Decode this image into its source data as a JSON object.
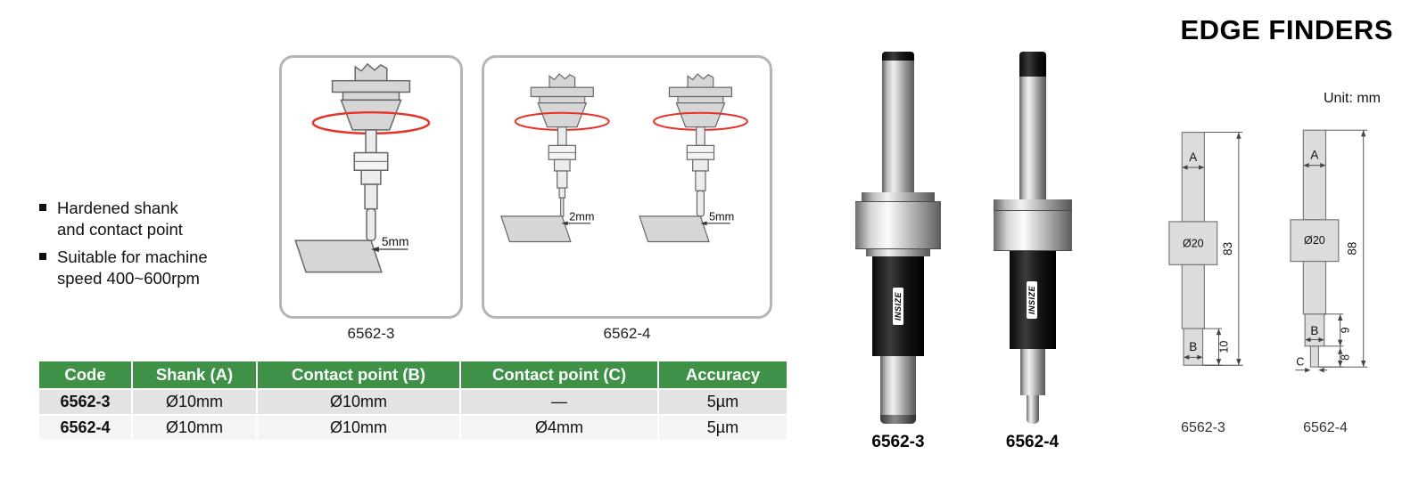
{
  "page": {
    "title": "EDGE FINDERS",
    "unit_label": "Unit: mm"
  },
  "features": [
    {
      "line1": "Hardened shank",
      "line2": "and contact point"
    },
    {
      "line1": "Suitable for machine",
      "line2": "speed 400~600rpm"
    }
  ],
  "diagrams": [
    {
      "label": "6562-3",
      "dim1": "5mm"
    },
    {
      "label": "6562-4",
      "dim1": "2mm",
      "dim2": "5mm"
    }
  ],
  "table": {
    "headers": [
      "Code",
      "Shank (A)",
      "Contact point (B)",
      "Contact point (C)",
      "Accuracy"
    ],
    "rows": [
      {
        "code": "6562-3",
        "shank": "Ø10mm",
        "contact_b": "Ø10mm",
        "contact_c": "—",
        "accuracy": "5µm"
      },
      {
        "code": "6562-4",
        "shank": "Ø10mm",
        "contact_b": "Ø10mm",
        "contact_c": "Ø4mm",
        "accuracy": "5µm"
      }
    ]
  },
  "products": [
    {
      "label": "6562-3",
      "brand": "INSIZE"
    },
    {
      "label": "6562-4",
      "brand": "INSIZE"
    }
  ],
  "drawings": [
    {
      "label": "6562-3",
      "a": "A",
      "dia": "Ø20",
      "height": "83",
      "b": "B",
      "tip": "10"
    },
    {
      "label": "6562-4",
      "a": "A",
      "dia": "Ø20",
      "height": "88",
      "b": "B",
      "tip": "9",
      "tip2": "8",
      "c": "C"
    }
  ],
  "colors": {
    "table_header_bg": "#3f9147",
    "accent_red": "#e6332a",
    "row_alt_bg": "#e3e3e3",
    "row_bg": "#f5f5f5"
  }
}
